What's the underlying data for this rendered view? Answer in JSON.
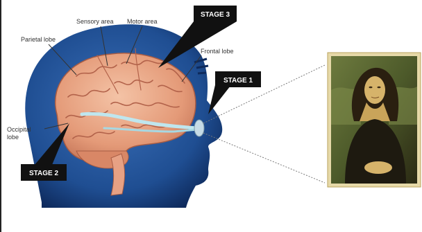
{
  "labels": {
    "sensory_area": "Sensory area",
    "motor_area": "Motor area",
    "parietal_lobe": "Parietal lobe",
    "frontal_lobe": "Frontal lobe",
    "occipital_lobe_line1": "Occipital",
    "occipital_lobe_line2": "lobe"
  },
  "stages": {
    "stage1": "STAGE 1",
    "stage2": "STAGE 2",
    "stage3": "STAGE 3"
  },
  "colors": {
    "head_blue": "#1f4e92",
    "head_dark": "#0e2a5c",
    "brain": "#e9a383",
    "brain_fold": "#b86a52",
    "optic_path": "#bfe6ee",
    "painting_frame": "#c9a227"
  },
  "painting": {
    "subject": "mona-lisa-portrait"
  }
}
